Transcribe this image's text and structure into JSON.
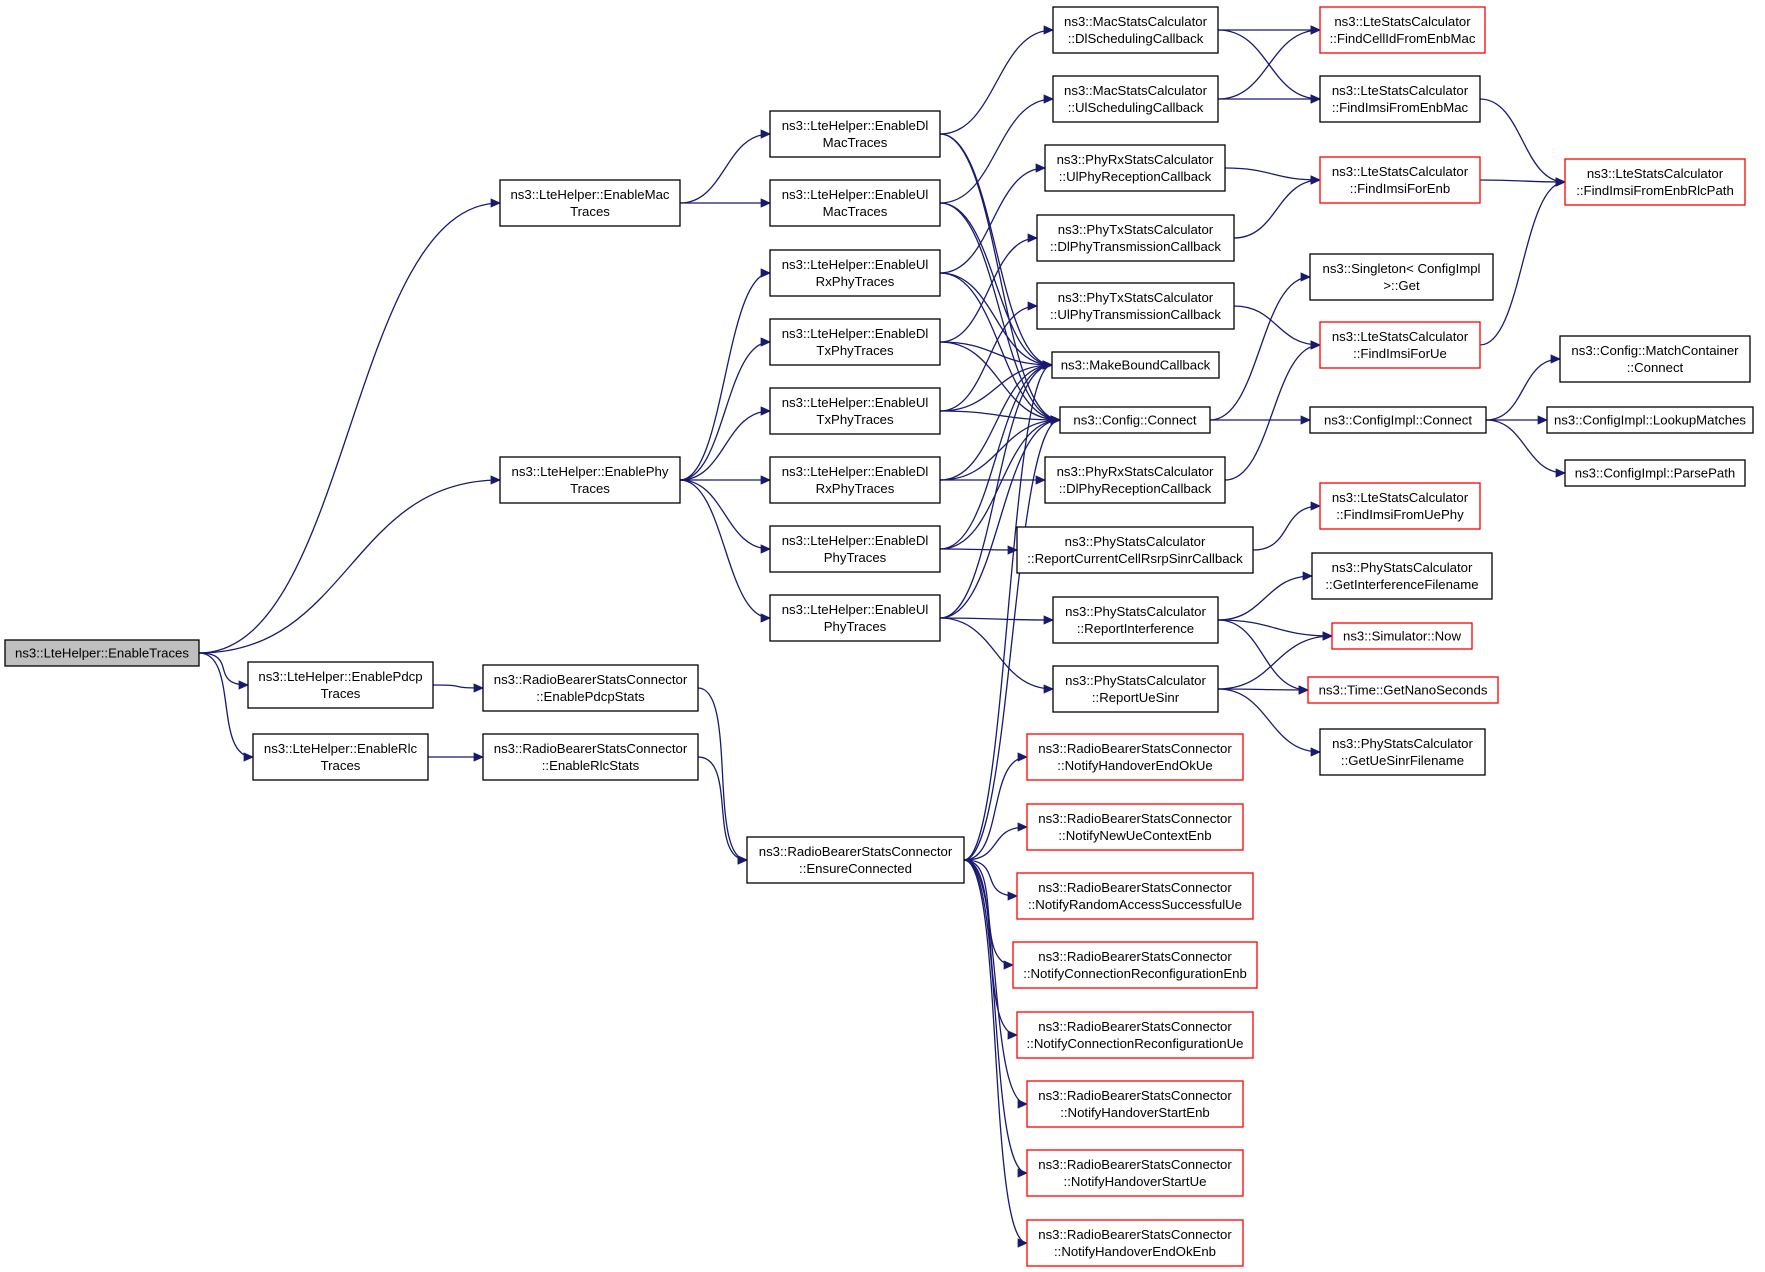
{
  "colors": {
    "edge": "#191970",
    "box_border_normal": "#000000",
    "box_border_incomplete": "#ff0000",
    "root_fill": "#bfbfbf"
  },
  "nodes": {
    "enable_traces": {
      "lines": [
        "ns3::LteHelper::EnableTraces"
      ],
      "style": "root"
    },
    "enable_mac_traces": {
      "lines": [
        "ns3::LteHelper::EnableMac",
        "Traces"
      ],
      "style": "normal"
    },
    "enable_phy_traces": {
      "lines": [
        "ns3::LteHelper::EnablePhy",
        "Traces"
      ],
      "style": "normal"
    },
    "enable_pdcp_traces": {
      "lines": [
        "ns3::LteHelper::EnablePdcp",
        "Traces"
      ],
      "style": "normal"
    },
    "enable_rlc_traces": {
      "lines": [
        "ns3::LteHelper::EnableRlc",
        "Traces"
      ],
      "style": "normal"
    },
    "enable_dl_mac_traces": {
      "lines": [
        "ns3::LteHelper::EnableDl",
        "MacTraces"
      ],
      "style": "normal"
    },
    "enable_ul_mac_traces": {
      "lines": [
        "ns3::LteHelper::EnableUl",
        "MacTraces"
      ],
      "style": "normal"
    },
    "enable_ul_rx_phy_traces": {
      "lines": [
        "ns3::LteHelper::EnableUl",
        "RxPhyTraces"
      ],
      "style": "normal"
    },
    "enable_dl_tx_phy_traces": {
      "lines": [
        "ns3::LteHelper::EnableDl",
        "TxPhyTraces"
      ],
      "style": "normal"
    },
    "enable_ul_tx_phy_traces": {
      "lines": [
        "ns3::LteHelper::EnableUl",
        "TxPhyTraces"
      ],
      "style": "normal"
    },
    "enable_dl_rx_phy_traces": {
      "lines": [
        "ns3::LteHelper::EnableDl",
        "RxPhyTraces"
      ],
      "style": "normal"
    },
    "enable_dl_phy_traces": {
      "lines": [
        "ns3::LteHelper::EnableDl",
        "PhyTraces"
      ],
      "style": "normal"
    },
    "enable_ul_phy_traces": {
      "lines": [
        "ns3::LteHelper::EnableUl",
        "PhyTraces"
      ],
      "style": "normal"
    },
    "enable_pdcp_stats": {
      "lines": [
        "ns3::RadioBearerStatsConnector",
        "::EnablePdcpStats"
      ],
      "style": "normal"
    },
    "enable_rlc_stats": {
      "lines": [
        "ns3::RadioBearerStatsConnector",
        "::EnableRlcStats"
      ],
      "style": "normal"
    },
    "ensure_connected": {
      "lines": [
        "ns3::RadioBearerStatsConnector",
        "::EnsureConnected"
      ],
      "style": "normal"
    },
    "mac_dl_sched_cb": {
      "lines": [
        "ns3::MacStatsCalculator",
        "::DlSchedulingCallback"
      ],
      "style": "normal"
    },
    "mac_ul_sched_cb": {
      "lines": [
        "ns3::MacStatsCalculator",
        "::UlSchedulingCallback"
      ],
      "style": "normal"
    },
    "phyrx_ul_reception_cb": {
      "lines": [
        "ns3::PhyRxStatsCalculator",
        "::UlPhyReceptionCallback"
      ],
      "style": "normal"
    },
    "phytx_dl_transmission_cb": {
      "lines": [
        "ns3::PhyTxStatsCalculator",
        "::DlPhyTransmissionCallback"
      ],
      "style": "normal"
    },
    "phytx_ul_transmission_cb": {
      "lines": [
        "ns3::PhyTxStatsCalculator",
        "::UlPhyTransmissionCallback"
      ],
      "style": "normal"
    },
    "make_bound_callback": {
      "lines": [
        "ns3::MakeBoundCallback"
      ],
      "style": "normal"
    },
    "config_connect": {
      "lines": [
        "ns3::Config::Connect"
      ],
      "style": "normal"
    },
    "phyrx_dl_reception_cb": {
      "lines": [
        "ns3::PhyRxStatsCalculator",
        "::DlPhyReceptionCallback"
      ],
      "style": "normal"
    },
    "phystats_report_rsrp_sinr": {
      "lines": [
        "ns3::PhyStatsCalculator",
        "::ReportCurrentCellRsrpSinrCallback"
      ],
      "style": "normal"
    },
    "phystats_report_interference": {
      "lines": [
        "ns3::PhyStatsCalculator",
        "::ReportInterference"
      ],
      "style": "normal"
    },
    "phystats_report_ue_sinr": {
      "lines": [
        "ns3::PhyStatsCalculator",
        "::ReportUeSinr"
      ],
      "style": "normal"
    },
    "notify_handover_end_ok_ue": {
      "lines": [
        "ns3::RadioBearerStatsConnector",
        "::NotifyHandoverEndOkUe"
      ],
      "style": "red"
    },
    "notify_new_ue_context_enb": {
      "lines": [
        "ns3::RadioBearerStatsConnector",
        "::NotifyNewUeContextEnb"
      ],
      "style": "red"
    },
    "notify_random_access_successful_ue": {
      "lines": [
        "ns3::RadioBearerStatsConnector",
        "::NotifyRandomAccessSuccessfulUe"
      ],
      "style": "red"
    },
    "notify_conn_reconfig_enb": {
      "lines": [
        "ns3::RadioBearerStatsConnector",
        "::NotifyConnectionReconfigurationEnb"
      ],
      "style": "red"
    },
    "notify_conn_reconfig_ue": {
      "lines": [
        "ns3::RadioBearerStatsConnector",
        "::NotifyConnectionReconfigurationUe"
      ],
      "style": "red"
    },
    "notify_handover_start_enb": {
      "lines": [
        "ns3::RadioBearerStatsConnector",
        "::NotifyHandoverStartEnb"
      ],
      "style": "red"
    },
    "notify_handover_start_ue": {
      "lines": [
        "ns3::RadioBearerStatsConnector",
        "::NotifyHandoverStartUe"
      ],
      "style": "red"
    },
    "notify_handover_end_ok_enb": {
      "lines": [
        "ns3::RadioBearerStatsConnector",
        "::NotifyHandoverEndOkEnb"
      ],
      "style": "red"
    },
    "lte_find_cellid_from_enb_mac": {
      "lines": [
        "ns3::LteStatsCalculator",
        "::FindCellIdFromEnbMac"
      ],
      "style": "red"
    },
    "lte_find_imsi_from_enb_mac": {
      "lines": [
        "ns3::LteStatsCalculator",
        "::FindImsiFromEnbMac"
      ],
      "style": "normal"
    },
    "lte_find_imsi_for_enb": {
      "lines": [
        "ns3::LteStatsCalculator",
        "::FindImsiForEnb"
      ],
      "style": "red"
    },
    "singleton_get": {
      "lines": [
        "ns3::Singleton< ConfigImpl",
        " >::Get"
      ],
      "style": "normal"
    },
    "lte_find_imsi_for_ue": {
      "lines": [
        "ns3::LteStatsCalculator",
        "::FindImsiForUe"
      ],
      "style": "red"
    },
    "configimpl_connect": {
      "lines": [
        "ns3::ConfigImpl::Connect"
      ],
      "style": "normal"
    },
    "lte_find_imsi_from_ue_phy": {
      "lines": [
        "ns3::LteStatsCalculator",
        "::FindImsiFromUePhy"
      ],
      "style": "red"
    },
    "phystats_get_interference_filename": {
      "lines": [
        "ns3::PhyStatsCalculator",
        "::GetInterferenceFilename"
      ],
      "style": "normal"
    },
    "simulator_now": {
      "lines": [
        "ns3::Simulator::Now"
      ],
      "style": "red"
    },
    "time_get_nanoseconds": {
      "lines": [
        "ns3::Time::GetNanoSeconds"
      ],
      "style": "red"
    },
    "phystats_get_ue_sinr_filename": {
      "lines": [
        "ns3::PhyStatsCalculator",
        "::GetUeSinrFilename"
      ],
      "style": "normal"
    },
    "lte_find_imsi_from_enb_rlc_path": {
      "lines": [
        "ns3::LteStatsCalculator",
        "::FindImsiFromEnbRlcPath"
      ],
      "style": "red"
    },
    "config_match_container_connect": {
      "lines": [
        "ns3::Config::MatchContainer",
        "::Connect"
      ],
      "style": "normal"
    },
    "configimpl_lookup_matches": {
      "lines": [
        "ns3::ConfigImpl::LookupMatches"
      ],
      "style": "normal"
    },
    "configimpl_parse_path": {
      "lines": [
        "ns3::ConfigImpl::ParsePath"
      ],
      "style": "normal"
    }
  },
  "edges": [
    [
      "enable_traces",
      "enable_mac_traces"
    ],
    [
      "enable_traces",
      "enable_phy_traces"
    ],
    [
      "enable_traces",
      "enable_pdcp_traces"
    ],
    [
      "enable_traces",
      "enable_rlc_traces"
    ],
    [
      "enable_mac_traces",
      "enable_dl_mac_traces"
    ],
    [
      "enable_mac_traces",
      "enable_ul_mac_traces"
    ],
    [
      "enable_phy_traces",
      "enable_ul_rx_phy_traces"
    ],
    [
      "enable_phy_traces",
      "enable_dl_tx_phy_traces"
    ],
    [
      "enable_phy_traces",
      "enable_ul_tx_phy_traces"
    ],
    [
      "enable_phy_traces",
      "enable_dl_rx_phy_traces"
    ],
    [
      "enable_phy_traces",
      "enable_dl_phy_traces"
    ],
    [
      "enable_phy_traces",
      "enable_ul_phy_traces"
    ],
    [
      "enable_pdcp_traces",
      "enable_pdcp_stats"
    ],
    [
      "enable_rlc_traces",
      "enable_rlc_stats"
    ],
    [
      "enable_pdcp_stats",
      "ensure_connected"
    ],
    [
      "enable_rlc_stats",
      "ensure_connected"
    ],
    [
      "enable_dl_mac_traces",
      "mac_dl_sched_cb"
    ],
    [
      "enable_dl_mac_traces",
      "make_bound_callback"
    ],
    [
      "enable_dl_mac_traces",
      "config_connect"
    ],
    [
      "enable_ul_mac_traces",
      "mac_ul_sched_cb"
    ],
    [
      "enable_ul_mac_traces",
      "make_bound_callback"
    ],
    [
      "enable_ul_mac_traces",
      "config_connect"
    ],
    [
      "enable_ul_rx_phy_traces",
      "phyrx_ul_reception_cb"
    ],
    [
      "enable_ul_rx_phy_traces",
      "make_bound_callback"
    ],
    [
      "enable_ul_rx_phy_traces",
      "config_connect"
    ],
    [
      "enable_dl_tx_phy_traces",
      "phytx_dl_transmission_cb"
    ],
    [
      "enable_dl_tx_phy_traces",
      "make_bound_callback"
    ],
    [
      "enable_dl_tx_phy_traces",
      "config_connect"
    ],
    [
      "enable_ul_tx_phy_traces",
      "phytx_ul_transmission_cb"
    ],
    [
      "enable_ul_tx_phy_traces",
      "make_bound_callback"
    ],
    [
      "enable_ul_tx_phy_traces",
      "config_connect"
    ],
    [
      "enable_dl_rx_phy_traces",
      "phyrx_dl_reception_cb"
    ],
    [
      "enable_dl_rx_phy_traces",
      "make_bound_callback"
    ],
    [
      "enable_dl_rx_phy_traces",
      "config_connect"
    ],
    [
      "enable_dl_phy_traces",
      "phystats_report_rsrp_sinr"
    ],
    [
      "enable_dl_phy_traces",
      "make_bound_callback"
    ],
    [
      "enable_dl_phy_traces",
      "config_connect"
    ],
    [
      "enable_ul_phy_traces",
      "phystats_report_interference"
    ],
    [
      "enable_ul_phy_traces",
      "phystats_report_ue_sinr"
    ],
    [
      "enable_ul_phy_traces",
      "make_bound_callback"
    ],
    [
      "enable_ul_phy_traces",
      "config_connect"
    ],
    [
      "ensure_connected",
      "config_connect"
    ],
    [
      "ensure_connected",
      "make_bound_callback"
    ],
    [
      "ensure_connected",
      "notify_handover_end_ok_ue"
    ],
    [
      "ensure_connected",
      "notify_new_ue_context_enb"
    ],
    [
      "ensure_connected",
      "notify_random_access_successful_ue"
    ],
    [
      "ensure_connected",
      "notify_conn_reconfig_enb"
    ],
    [
      "ensure_connected",
      "notify_conn_reconfig_ue"
    ],
    [
      "ensure_connected",
      "notify_handover_start_enb"
    ],
    [
      "ensure_connected",
      "notify_handover_start_ue"
    ],
    [
      "ensure_connected",
      "notify_handover_end_ok_enb"
    ],
    [
      "mac_dl_sched_cb",
      "lte_find_cellid_from_enb_mac"
    ],
    [
      "mac_dl_sched_cb",
      "lte_find_imsi_from_enb_mac"
    ],
    [
      "mac_ul_sched_cb",
      "lte_find_cellid_from_enb_mac"
    ],
    [
      "mac_ul_sched_cb",
      "lte_find_imsi_from_enb_mac"
    ],
    [
      "phyrx_ul_reception_cb",
      "lte_find_imsi_for_enb"
    ],
    [
      "phytx_dl_transmission_cb",
      "lte_find_imsi_for_enb"
    ],
    [
      "phytx_ul_transmission_cb",
      "lte_find_imsi_for_ue"
    ],
    [
      "phyrx_dl_reception_cb",
      "lte_find_imsi_for_ue"
    ],
    [
      "config_connect",
      "singleton_get"
    ],
    [
      "config_connect",
      "configimpl_connect"
    ],
    [
      "phystats_report_rsrp_sinr",
      "lte_find_imsi_from_ue_phy"
    ],
    [
      "phystats_report_interference",
      "phystats_get_interference_filename"
    ],
    [
      "phystats_report_interference",
      "simulator_now"
    ],
    [
      "phystats_report_interference",
      "time_get_nanoseconds"
    ],
    [
      "phystats_report_ue_sinr",
      "simulator_now"
    ],
    [
      "phystats_report_ue_sinr",
      "time_get_nanoseconds"
    ],
    [
      "phystats_report_ue_sinr",
      "phystats_get_ue_sinr_filename"
    ],
    [
      "lte_find_imsi_from_enb_mac",
      "lte_find_imsi_from_enb_rlc_path"
    ],
    [
      "lte_find_imsi_for_enb",
      "lte_find_imsi_from_enb_rlc_path"
    ],
    [
      "lte_find_imsi_for_ue",
      "lte_find_imsi_from_enb_rlc_path"
    ],
    [
      "configimpl_connect",
      "config_match_container_connect"
    ],
    [
      "configimpl_connect",
      "configimpl_lookup_matches"
    ],
    [
      "configimpl_connect",
      "configimpl_parse_path"
    ]
  ]
}
